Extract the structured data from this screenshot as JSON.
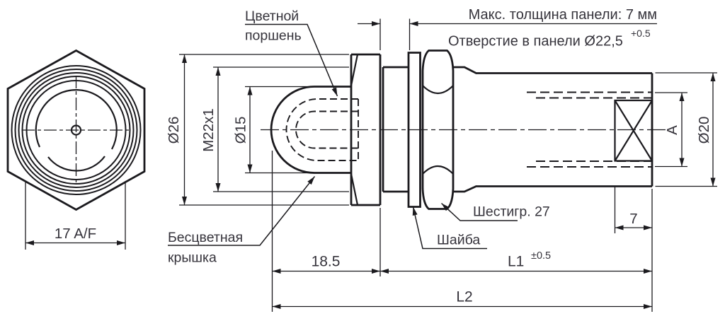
{
  "colors": {
    "line": "#1b1a1e",
    "text": "#35333b",
    "background": "#ffffff"
  },
  "front_view": {
    "dim_across_flats": "17 A/F"
  },
  "side_view": {
    "dims": {
      "flange_dia": "Ø26",
      "thread": "M22x1",
      "cap_dia": "Ø15",
      "cap_length": "18.5",
      "bore_dia": "A",
      "body_dia": "Ø20",
      "window_width": "7",
      "l1": "L1",
      "l1_tol": "±0.5",
      "l2": "L2"
    },
    "notes": {
      "panel_thickness": "Макс. толщина панели: 7 мм",
      "panel_hole": "Отверстие в панели Ø22,5",
      "panel_hole_tol": "+0.5"
    },
    "callouts": {
      "piston_1": "Цветной",
      "piston_2": "поршень",
      "cap_1": "Бесцветная",
      "cap_2": "крышка",
      "washer": "Шайба",
      "hex": "Шестигр. 27"
    }
  }
}
